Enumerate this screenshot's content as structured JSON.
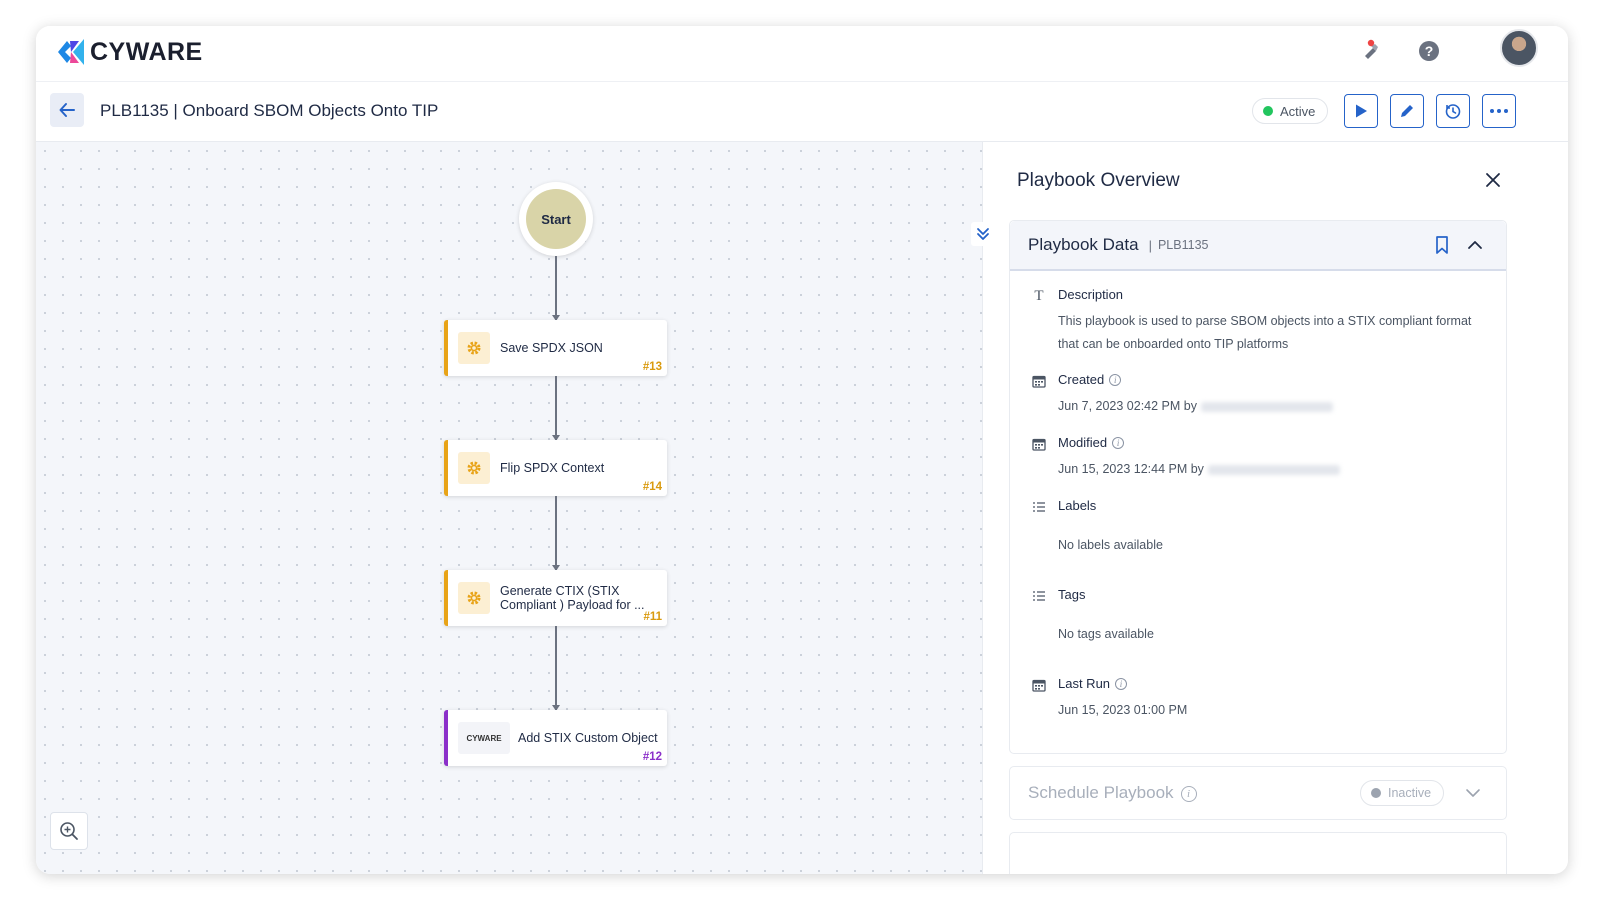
{
  "app": {
    "brand": "CYWARE"
  },
  "topbar": {
    "icons": [
      "notification-pin-icon",
      "help-icon",
      "user-avatar"
    ]
  },
  "header": {
    "title": "PLB1135 | Onboard SBOM Objects Onto TIP",
    "status": "Active",
    "status_color": "#22c55e",
    "actions": [
      "run-icon",
      "edit-icon",
      "history-icon",
      "more-icon"
    ]
  },
  "canvas": {
    "start_label": "Start",
    "nodes": [
      {
        "label": "Save SPDX JSON",
        "num": "#13",
        "type": "action"
      },
      {
        "label": "Flip SPDX Context",
        "num": "#14",
        "type": "action"
      },
      {
        "label": "Generate CTIX (STIX Compliant ) Payload for ...",
        "num": "#11",
        "type": "action"
      },
      {
        "label": "Add STIX Custom Object",
        "num": "#12",
        "type": "app",
        "logo": "CYWARE"
      }
    ]
  },
  "panel": {
    "title": "Playbook Overview",
    "card": {
      "title": "Playbook Data",
      "separator": "|",
      "id": "PLB1135",
      "description_label": "Description",
      "description": "This playbook is used to parse SBOM objects into a STIX compliant format that can be onboarded onto TIP platforms",
      "created_label": "Created",
      "created": "Jun 7, 2023 02:42 PM by",
      "modified_label": "Modified",
      "modified": "Jun 15, 2023 12:44 PM by",
      "labels_label": "Labels",
      "labels": "No labels available",
      "tags_label": "Tags",
      "tags": "No tags available",
      "lastrun_label": "Last Run",
      "lastrun": "Jun 15, 2023 01:00 PM"
    },
    "schedule": {
      "title": "Schedule Playbook",
      "status": "Inactive",
      "status_color": "#9ca3af"
    }
  },
  "colors": {
    "accent": "#2563c9",
    "action_node": "#e8a317",
    "app_node": "#8b2fc9"
  }
}
